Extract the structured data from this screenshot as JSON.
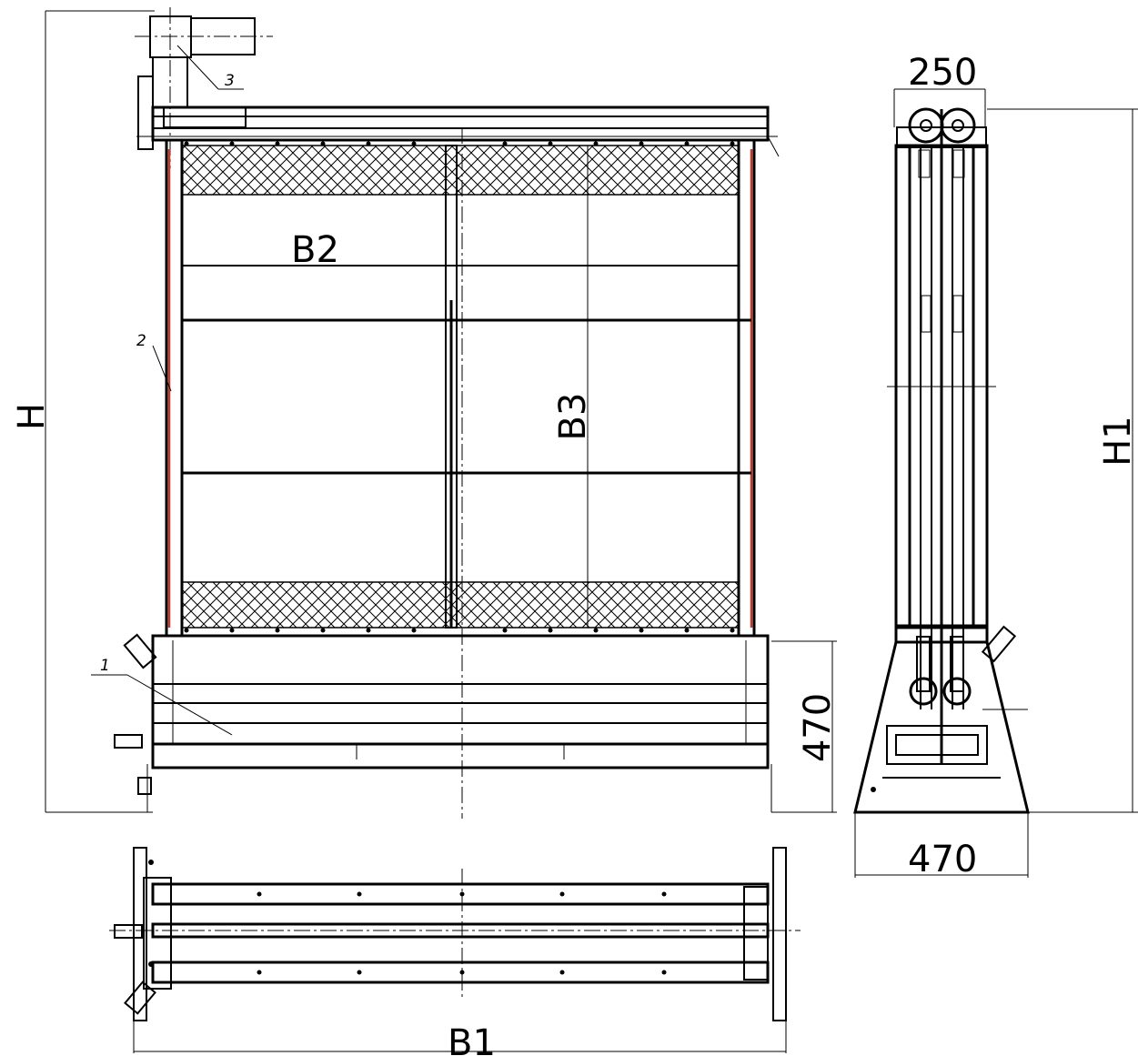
{
  "drawing": {
    "dimensions": {
      "h": "H",
      "h1": "H1",
      "b1": "B1",
      "b2": "B2",
      "b3": "B3",
      "side_top_width": "250",
      "side_base_width": "470",
      "front_base_height": "470"
    },
    "callouts": {
      "part_1": "1",
      "part_2": "2",
      "part_3": "3"
    },
    "colors": {
      "line": "#000000",
      "seal_strip": "#c0392b",
      "background": "#ffffff"
    }
  }
}
